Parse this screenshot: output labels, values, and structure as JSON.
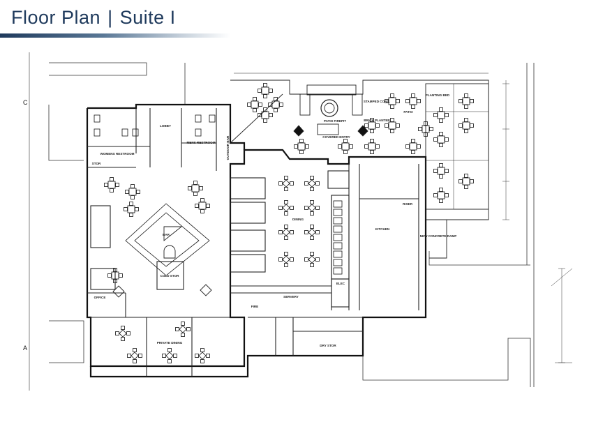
{
  "header": {
    "title": "Floor Plan",
    "separator": "|",
    "subtitle": "Suite I"
  },
  "grid_labels": {
    "top": "C",
    "bottom": "A"
  },
  "rooms": {
    "lobby": "LOBBY",
    "womens_restroom": "WOMENS RESTROOM",
    "mens_restroom": "MENS RESTROOM",
    "outdoor_bar": "OUTDOOR BAR",
    "stor": "STOR",
    "bar": "BAR",
    "cold_stor": "COLD STOR",
    "office": "OFFICE",
    "private_dining": "PRIVATE DINING",
    "dining": "DINING",
    "servery": "SERVERY",
    "kitchen": "KITCHEN",
    "riser": "RISER",
    "elec": "ELEC",
    "dry_stor": "DRY STOR",
    "fire": "FIRE",
    "patio": "PATIO",
    "patio_firepit": "PATIO FIREPIT",
    "stamped_conc": "STAMPED CONC.",
    "planting_bed": "PLANTING BED",
    "brick_planter": "BRICK PLANTER",
    "covered_entry": "COVERED ENTRY",
    "new_concrete_ramp": "NEW CONCRETE RAMP"
  }
}
